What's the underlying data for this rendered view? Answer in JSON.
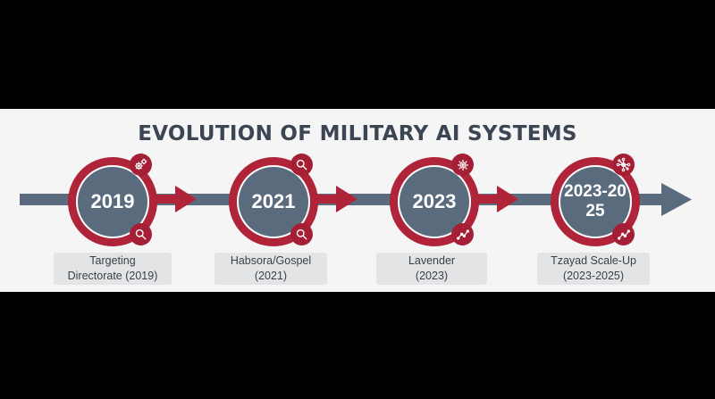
{
  "title": "EVOLUTION OF MILITARY AI SYSTEMS",
  "colors": {
    "accent_red": "#b0243a",
    "node_slate": "#5a6b7e",
    "arrow_slate": "#5a6b7e",
    "label_bg": "#e3e4e6"
  },
  "nodes": [
    {
      "year": "2019",
      "top_icon": "gears-icon",
      "bottom_icon": "magnifier-icon",
      "label_line1": "Targeting",
      "label_line2": "Directorate (2019)"
    },
    {
      "year": "2021",
      "top_icon": "magnifier-icon",
      "bottom_icon": "magnifier-icon",
      "label_line1": "Habsora/Gospel",
      "label_line2": "(2021)"
    },
    {
      "year": "2023",
      "top_icon": "gear-icon",
      "bottom_icon": "line-chart-icon",
      "label_line1": "Lavender",
      "label_line2": "(2023)"
    },
    {
      "year": "2023-2025",
      "top_icon": "network-icon",
      "bottom_icon": "line-chart-icon",
      "label_line1": "Tzayad Scale-Up",
      "label_line2": "(2023-2025)"
    }
  ]
}
